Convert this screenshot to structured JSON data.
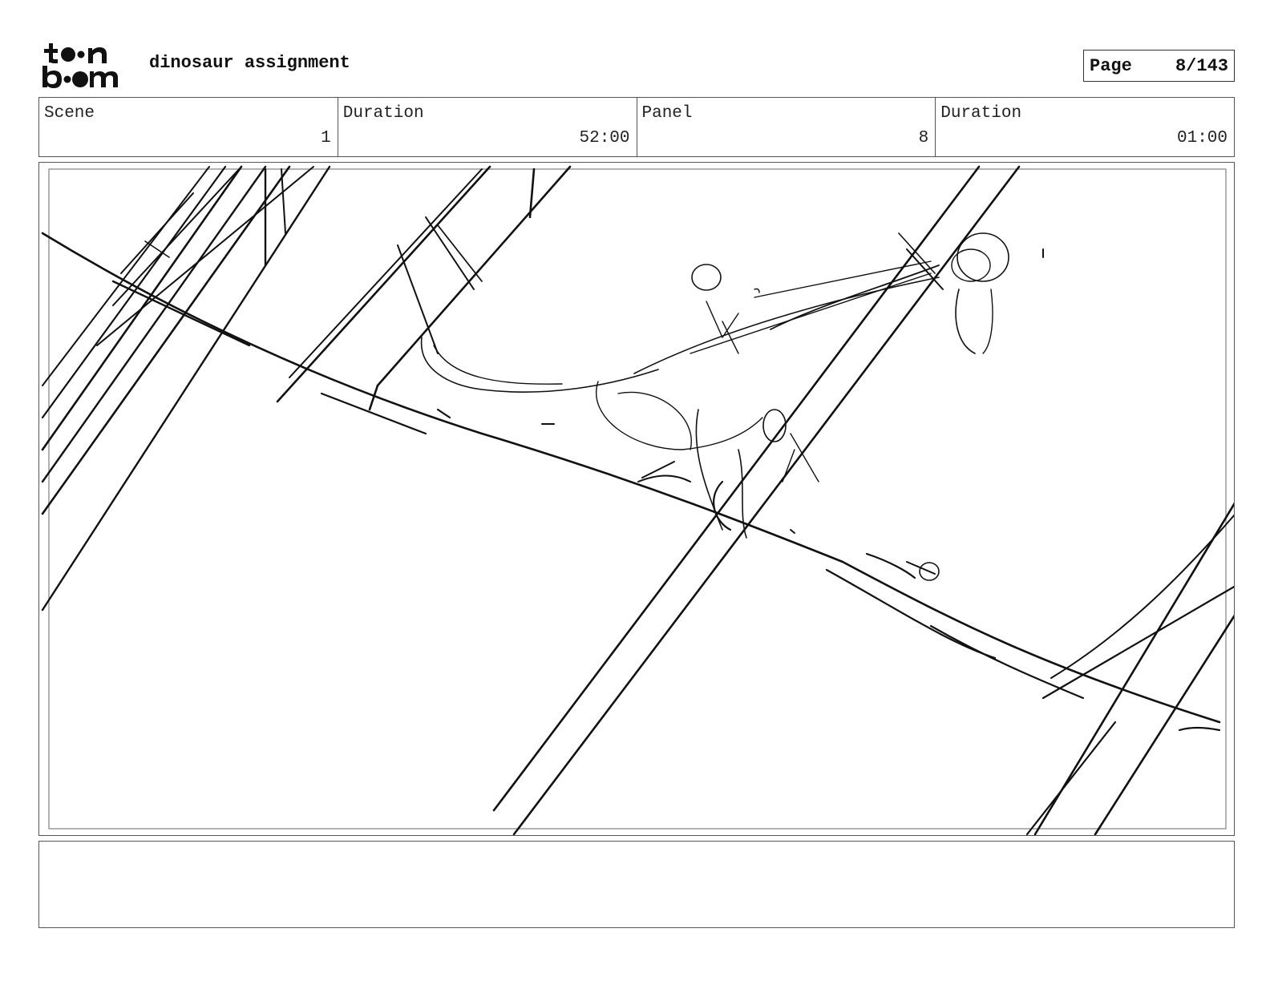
{
  "header": {
    "logo_alt": "toon boom",
    "project_title": "dinosaur assignment",
    "page_label": "Page",
    "page_number": "8/143"
  },
  "info": {
    "scene_label": "Scene",
    "scene_value": "1",
    "scene_duration_label": "Duration",
    "scene_duration_value": "52:00",
    "panel_label": "Panel",
    "panel_value": "8",
    "panel_duration_label": "Duration",
    "panel_duration_value": "01:00"
  },
  "panel": {
    "drawing_icon": "pencil-sketch-drawing"
  },
  "notes": {
    "text": ""
  }
}
